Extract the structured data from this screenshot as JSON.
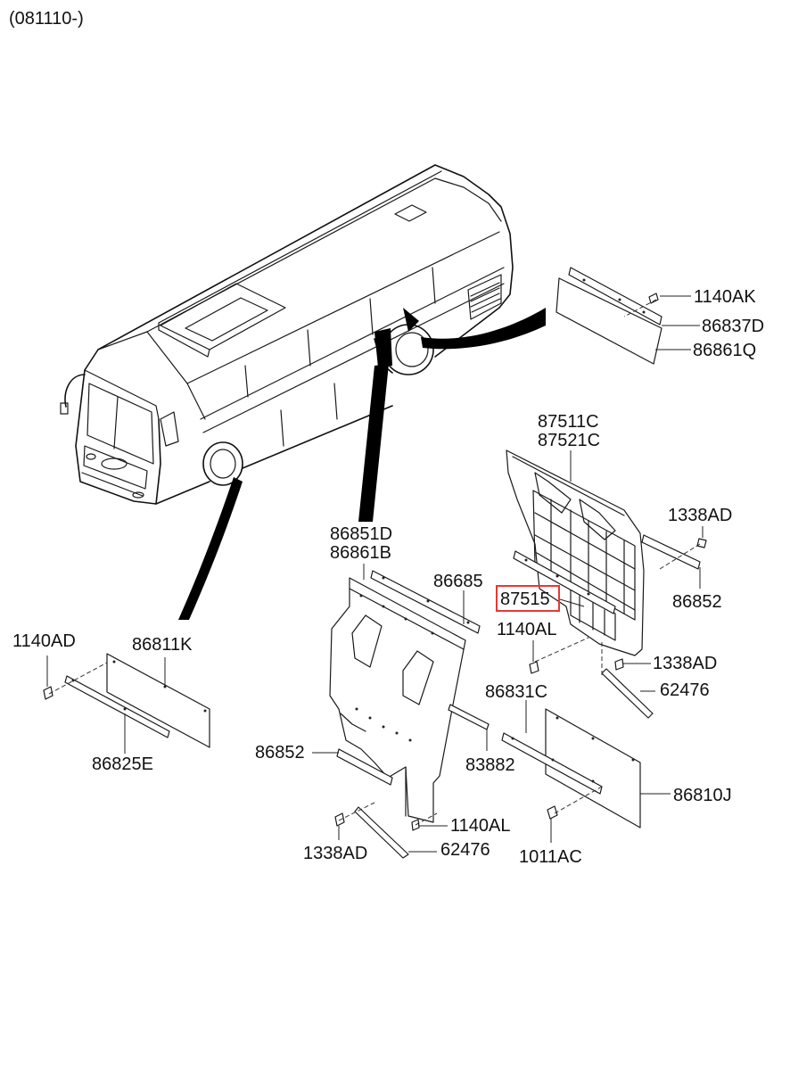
{
  "header": {
    "date_code": "(081110-)"
  },
  "callouts": {
    "c1140AK": "1140AK",
    "c86837D": "86837D",
    "c86861Q": "86861Q",
    "c87511C": "87511C",
    "c87521C": "87521C",
    "c1338AD_a": "1338AD",
    "c86852_a": "86852",
    "c87515": "87515",
    "c1140AL_a": "1140AL",
    "c1338AD_b": "1338AD",
    "c62476_a": "62476",
    "c86851D": "86851D",
    "c86861B": "86861B",
    "c86685": "86685",
    "c1140AD": "1140AD",
    "c86811K": "86811K",
    "c86825E": "86825E",
    "c86852_b": "86852",
    "c83882": "83882",
    "c86831C": "86831C",
    "c86810J": "86810J",
    "c1140AL_b": "1140AL",
    "c1338AD_c": "1338AD",
    "c62476_b": "62476",
    "c1011AC": "1011AC"
  },
  "highlight": {
    "part_number": "87515",
    "color": "#e53935"
  }
}
